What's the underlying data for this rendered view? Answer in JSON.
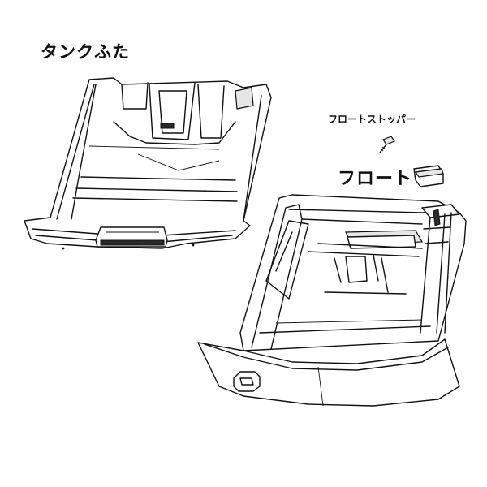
{
  "labels": {
    "tank_lid": "タンクふた",
    "float_stopper": "フロートストッパー",
    "float": "フロート"
  }
}
